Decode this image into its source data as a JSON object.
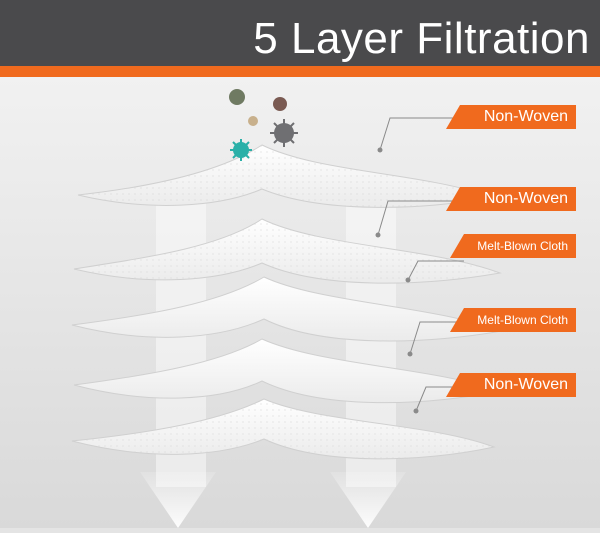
{
  "title": "5 Layer Filtration",
  "labels": [
    "Non-Woven",
    "Non-Woven",
    "Melt-Blown Cloth",
    "Melt-Blown Cloth",
    "Non-Woven"
  ],
  "colors": {
    "header": "#4a4a4c",
    "accent": "#f06a1e",
    "background": "#e4e4e4",
    "layer": "#ffffff"
  }
}
